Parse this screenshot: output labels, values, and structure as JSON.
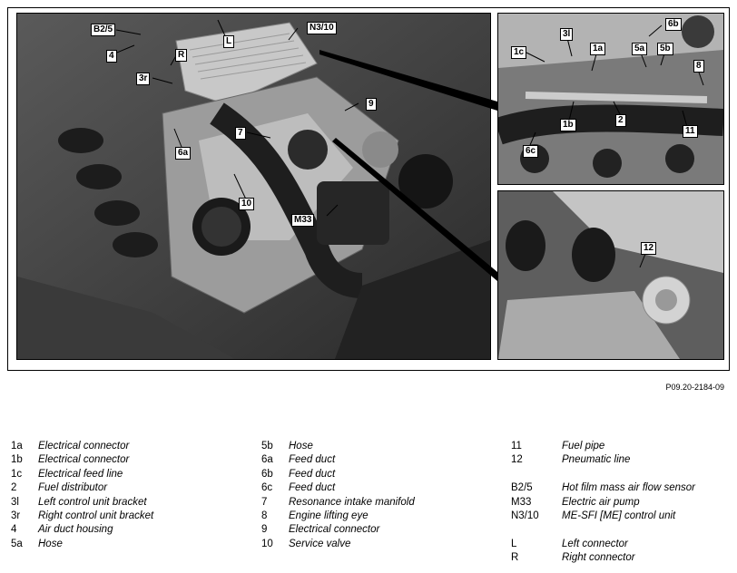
{
  "figure_ref": "P09.20-2184-09",
  "callouts": {
    "B2_5": "B2/5",
    "L": "L",
    "N3_10": "N3/10",
    "c4": "4",
    "R": "R",
    "c3r": "3r",
    "c9": "9",
    "c7": "7",
    "c6a": "6a",
    "c10": "10",
    "M33": "M33",
    "c6b": "6b",
    "c3l": "3l",
    "c1c": "1c",
    "c1a": "1a",
    "c5a": "5a",
    "c5b": "5b",
    "c8": "8",
    "c1b": "1b",
    "c2": "2",
    "c11": "11",
    "c6c": "6c",
    "c12": "12"
  },
  "legend": {
    "col1": [
      {
        "code": "1a",
        "desc": "Electrical connector"
      },
      {
        "code": "1b",
        "desc": "Electrical connector"
      },
      {
        "code": "1c",
        "desc": "Electrical feed line"
      },
      {
        "code": "2",
        "desc": "Fuel distributor"
      },
      {
        "code": "3l",
        "desc": "Left control unit bracket"
      },
      {
        "code": "3r",
        "desc": "Right control unit bracket"
      },
      {
        "code": "4",
        "desc": "Air duct housing"
      },
      {
        "code": "5a",
        "desc": "Hose"
      }
    ],
    "col2": [
      {
        "code": "5b",
        "desc": "Hose"
      },
      {
        "code": "6a",
        "desc": "Feed duct"
      },
      {
        "code": "6b",
        "desc": "Feed duct"
      },
      {
        "code": "6c",
        "desc": "Feed duct"
      },
      {
        "code": "7",
        "desc": "Resonance intake manifold"
      },
      {
        "code": "8",
        "desc": "Engine lifting eye"
      },
      {
        "code": "9",
        "desc": "Electrical connector"
      },
      {
        "code": "10",
        "desc": "Service valve"
      }
    ],
    "col3": [
      {
        "code": "11",
        "desc": "Fuel pipe"
      },
      {
        "code": "12",
        "desc": "Pneumatic line"
      },
      {
        "code": "B2/5",
        "desc": "Hot film mass air flow sensor"
      },
      {
        "code": "M33",
        "desc": "Electric air pump"
      },
      {
        "code": "N3/10",
        "desc": "ME-SFI [ME] control unit"
      },
      {
        "code": "L",
        "desc": "Left connector"
      },
      {
        "code": "R",
        "desc": "Right connector"
      }
    ]
  }
}
